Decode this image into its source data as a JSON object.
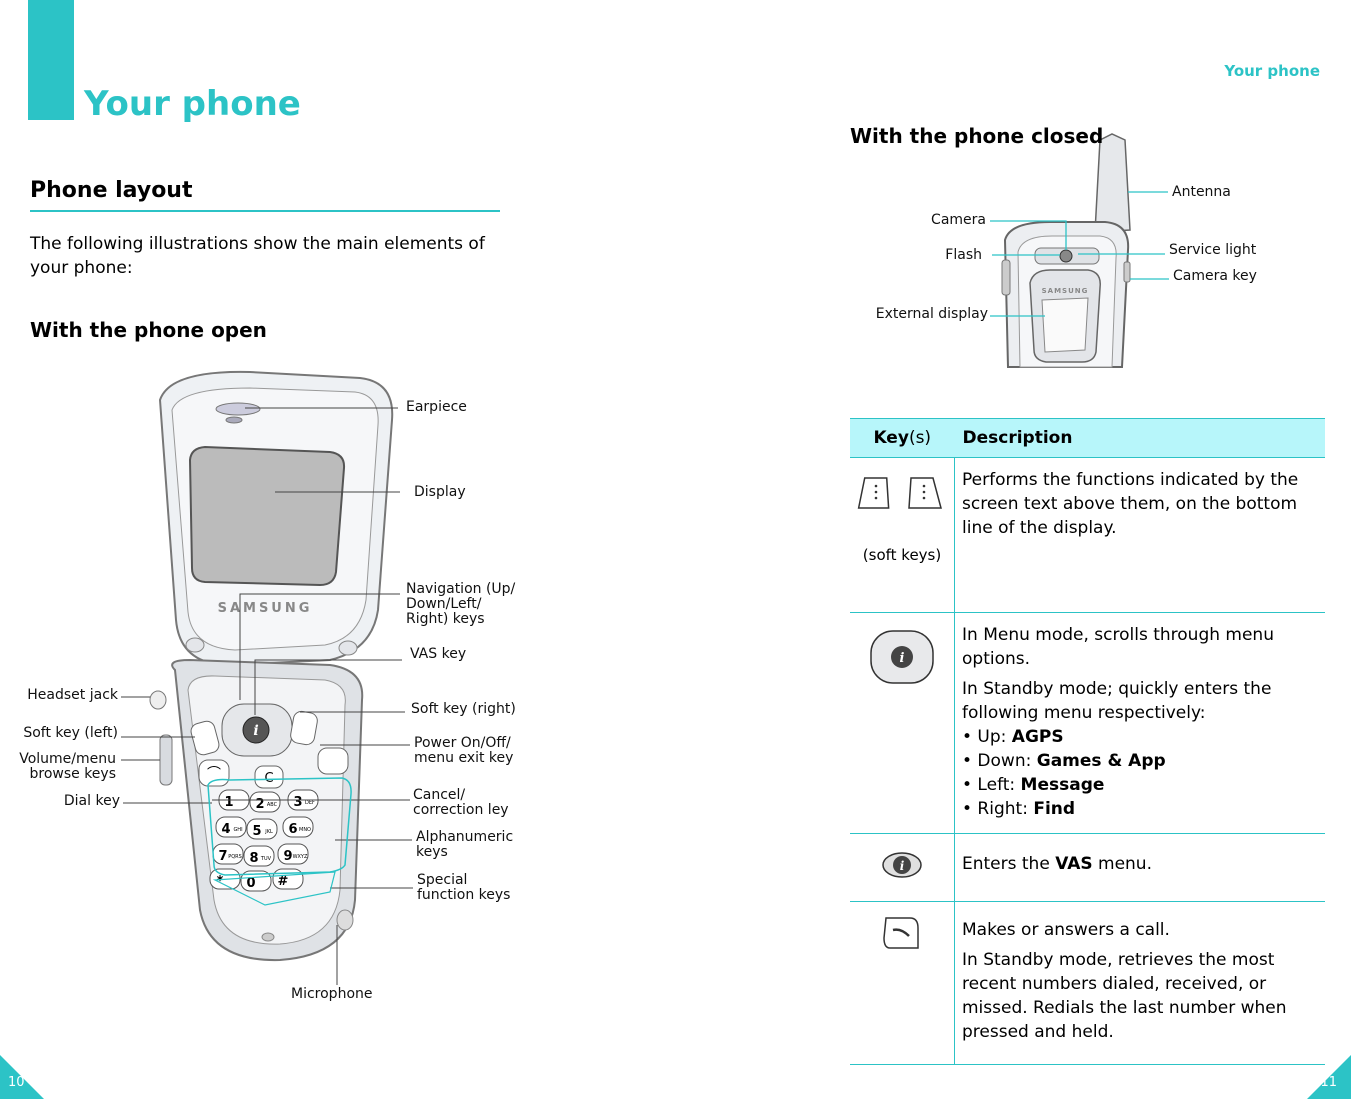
{
  "left_page": {
    "title": "Your phone",
    "section_heading": "Phone layout",
    "intro": "The following illustrations show the main elements of your phone:",
    "subheading": "With the phone open",
    "page_number": "10",
    "labels": {
      "earpiece": "Earpiece",
      "display": "Display",
      "navigation": "Navigation (Up/\nDown/Left/\nRight) keys",
      "vas_key": "VAS key",
      "soft_key_right": "Soft key (right)",
      "power_key": "Power On/Off/\nmenu exit key",
      "cancel_key": "Cancel/\ncorrection ley",
      "alphanumeric": "Alphanumeric\nkeys",
      "special": "Special\nfunction keys",
      "microphone": "Microphone",
      "headset_jack": "Headset jack",
      "soft_key_left": "Soft key (left)",
      "volume": "Volume/menu\nbrowse keys",
      "dial_key": "Dial key"
    },
    "phone_brand": "SAMSUNG",
    "keypad": [
      "1",
      "2",
      "3",
      "4",
      "5",
      "6",
      "7",
      "8",
      "9",
      "*",
      "0",
      "#"
    ],
    "keypad_letters": [
      "",
      "ABC",
      "DEF",
      "GHI",
      "JKL",
      "MNO",
      "PQRS",
      "TUV",
      "WXYZ",
      "",
      "",
      ""
    ],
    "clear_key": "C"
  },
  "right_page": {
    "running_head": "Your phone",
    "subheading": "With the phone closed",
    "page_number": "11",
    "labels": {
      "antenna": "Antenna",
      "camera": "Camera",
      "flash": "Flash",
      "service_light": "Service light",
      "camera_key": "Camera key",
      "external_display": "External display"
    },
    "phone_brand": "SAMSUNG",
    "table": {
      "header_key_bold": "Key",
      "header_key_rest": "(s)",
      "header_desc": "Description",
      "row1": {
        "caption": "(soft keys)",
        "desc": "Performs the functions indicated by the screen text above them, on the bottom line of the display."
      },
      "row2": {
        "p1": "In Menu mode, scrolls through menu options.",
        "p2": "In Standby mode; quickly enters the following menu respectively:",
        "items": [
          {
            "prefix": "• Up: ",
            "value": "AGPS"
          },
          {
            "prefix": "• Down: ",
            "value": "Games & App"
          },
          {
            "prefix": "• Left: ",
            "value": "Message"
          },
          {
            "prefix": "• Right: ",
            "value": "Find"
          }
        ]
      },
      "row3": {
        "prefix": "Enters the ",
        "bold": "VAS",
        "suffix": " menu."
      },
      "row4": {
        "p1": "Makes or answers a call.",
        "p2": "In Standby mode, retrieves the most recent numbers dialed, received, or missed. Redials the last number when pressed and held."
      }
    }
  },
  "colors": {
    "accent": "#2cc3c6",
    "header_fill": "#b7f6fa"
  }
}
